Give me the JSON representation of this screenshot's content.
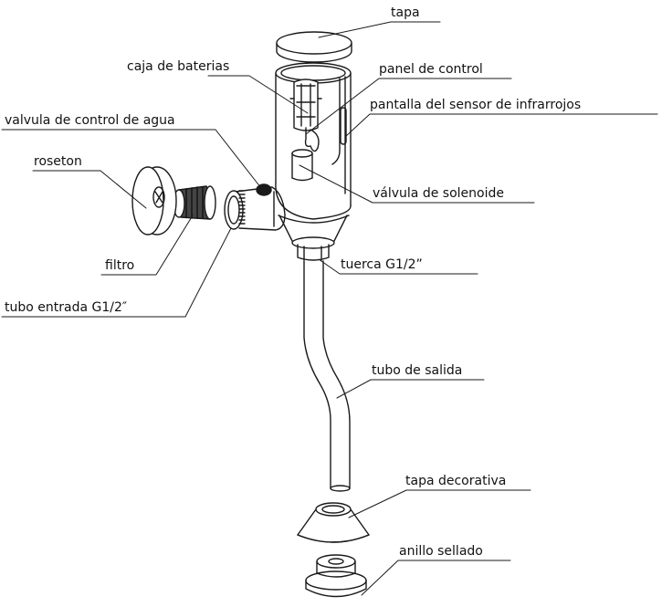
{
  "diagram": {
    "stroke_color": "#1a1a1a",
    "labels": {
      "tapa": "tapa",
      "caja_de_baterias": "caja de baterias",
      "panel_de_control": "panel de control",
      "pantalla_sensor": "pantalla del sensor de infrarrojos",
      "valvula_control_agua": "valvula de control de agua",
      "roseton": "roseton",
      "valvula_solenoide": "válvula de solenoide",
      "filtro": "filtro",
      "tuerca": "tuerca G1/2”",
      "tubo_entrada": "tubo entrada G1/2″",
      "tubo_salida": "tubo de salida",
      "tapa_decorativa": "tapa decorativa",
      "anillo_sellado": "anillo sellado"
    }
  }
}
